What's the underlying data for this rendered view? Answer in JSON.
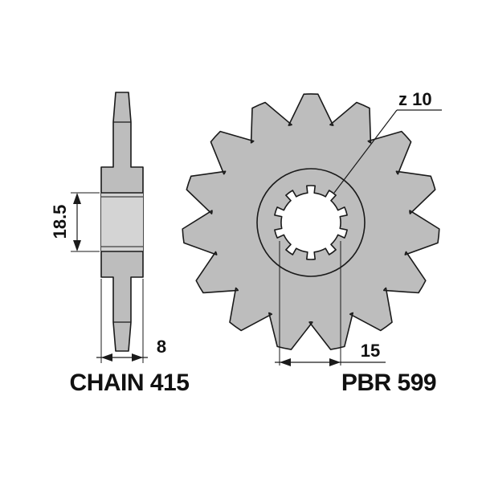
{
  "labels": {
    "chain": "CHAIN 415",
    "part_number": "PBR 599",
    "spline_teeth": "z 10",
    "hub_height": "18.5",
    "thickness": "8",
    "spline_width": "15"
  },
  "sprocket": {
    "teeth": 15,
    "spline_teeth": 10
  },
  "colors": {
    "fill": "#bdbdbd",
    "stroke": "#1a1a1a",
    "text": "#111111"
  }
}
